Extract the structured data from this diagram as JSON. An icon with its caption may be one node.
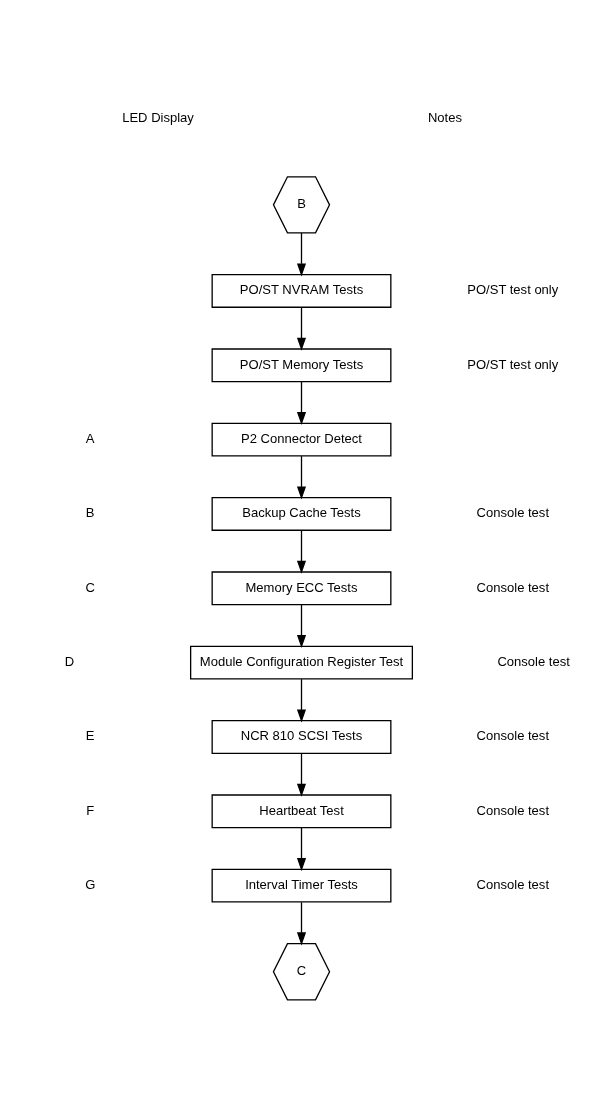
{
  "diagram": {
    "nodes": [
      {
        "text": [
          "B"
        ]
      },
      {
        "text": [
          "PO/ST NVRAM Tests"
        ]
      },
      {
        "text": [
          "PO/ST Memory Tests"
        ]
      },
      {
        "text": [
          "P2 Connector Detect"
        ]
      },
      {
        "text": [
          "Backup Cache Tests"
        ]
      },
      {
        "text": [
          "Memory ECC Tests"
        ]
      },
      {
        "text": [
          "Module Configuration Register Test"
        ]
      },
      {
        "text": [
          "NCR 810 SCSI Tests"
        ]
      },
      {
        "text": [
          "Heartbeat Test"
        ]
      },
      {
        "text": [
          "Interval Timer Tests"
        ]
      },
      {
        "text": [
          "C"
        ]
      }
    ],
    "edges": [
      {
        "from": 0,
        "to": 1,
        "arrow": "to"
      },
      {
        "from": 1,
        "to": 2,
        "arrow": "to"
      },
      {
        "from": 2,
        "to": 3,
        "arrow": "to"
      },
      {
        "from": 3,
        "to": 4,
        "arrow": "to"
      },
      {
        "from": 4,
        "to": 5,
        "arrow": "to"
      },
      {
        "from": 5,
        "to": 6,
        "arrow": "to"
      },
      {
        "from": 6,
        "to": 7,
        "arrow": "to"
      },
      {
        "from": 7,
        "to": 8,
        "arrow": "to"
      },
      {
        "from": 8,
        "to": 9,
        "arrow": "to"
      },
      {
        "from": 9,
        "to": 10,
        "arrow": "to"
      }
    ],
    "labels": [
      "LED Display",
      "Notes",
      "PO/ST test only",
      "PO/ST test only",
      "A",
      "B",
      "Console test",
      "C",
      "Console test",
      "D",
      "Console test",
      "E",
      "Console test",
      "F",
      "Console test",
      "G",
      "Console test"
    ]
  }
}
